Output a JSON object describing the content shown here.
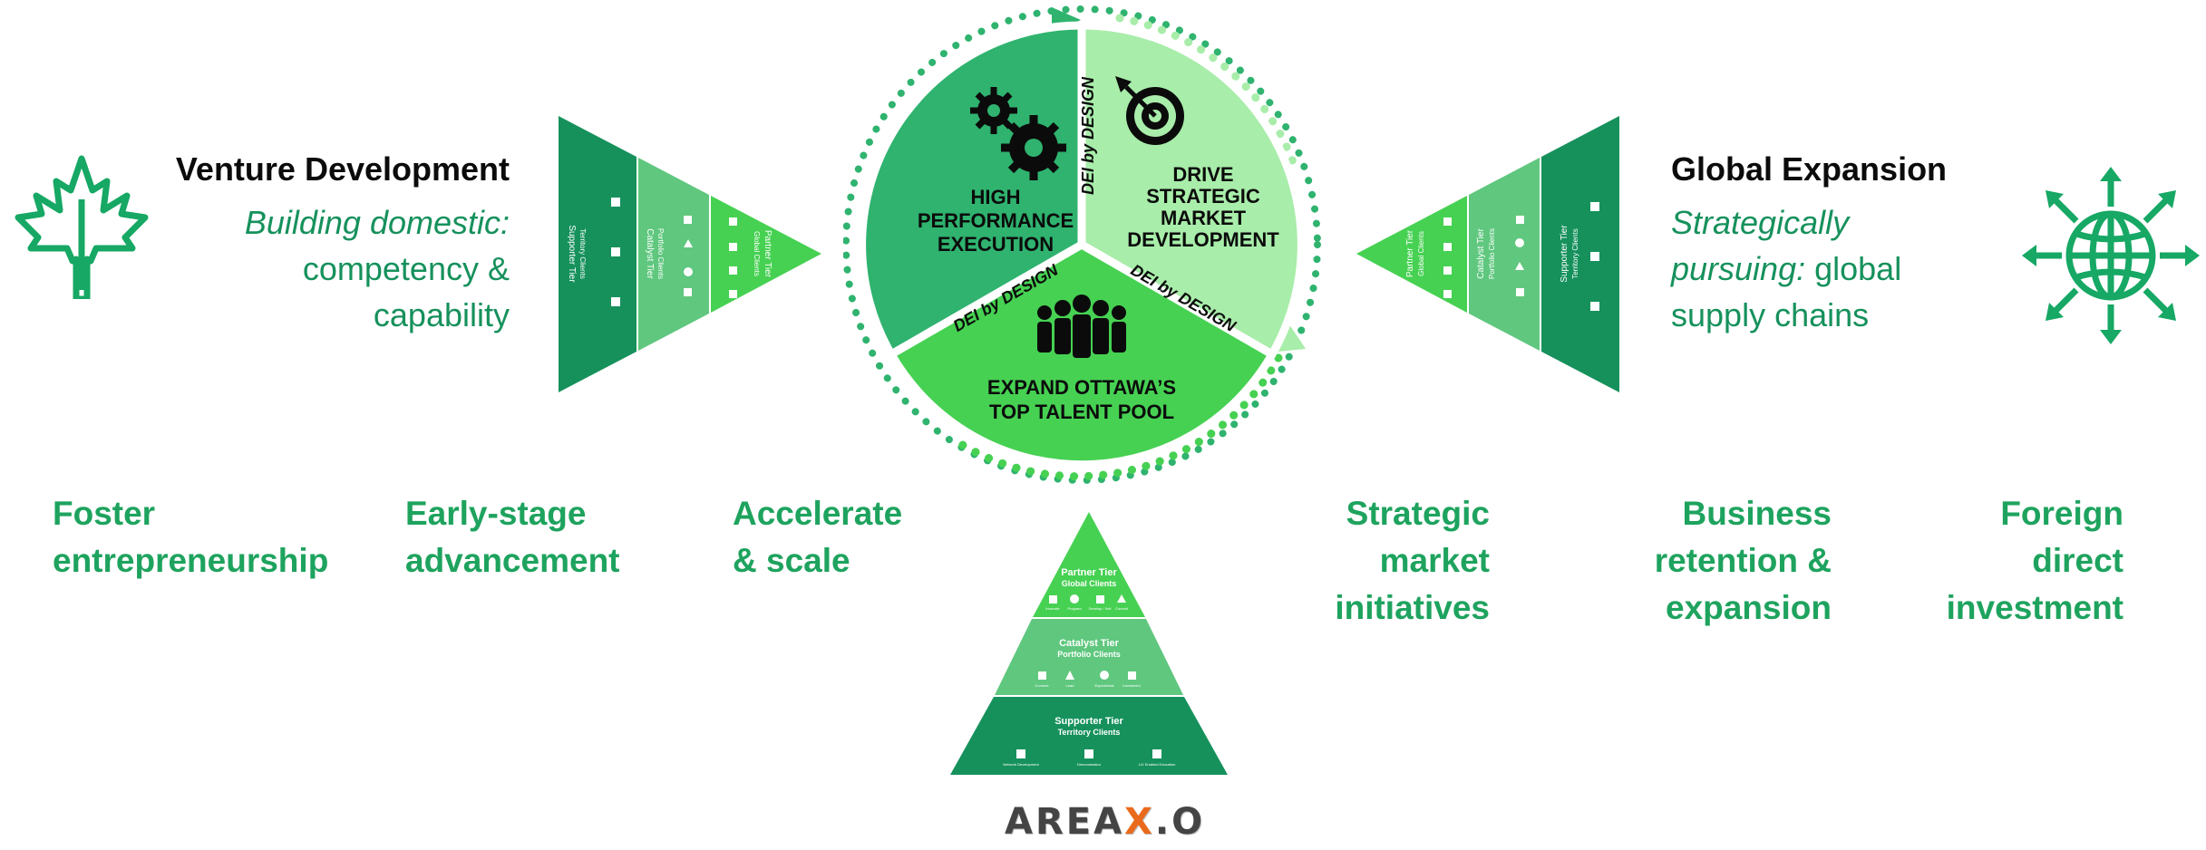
{
  "venture": {
    "title": "Venture Development",
    "sub_line1": "Building domestic:",
    "sub_line2": "competency &",
    "sub_line3": "capability"
  },
  "global": {
    "title": "Global Expansion",
    "sub_line1": "Strategically",
    "sub_line2_italic": "pursuing:",
    "sub_line2_rest": " global",
    "sub_line3": "supply chains"
  },
  "wheel": {
    "top_left_line1": "HIGH",
    "top_left_line2": "PERFORMANCE",
    "top_left_line3": "EXECUTION",
    "top_right_line1": "DRIVE",
    "top_right_line2": "STRATEGIC",
    "top_right_line3": "MARKET",
    "top_right_line4": "DEVELOPMENT",
    "bottom_line1": "EXPAND OTTAWA’S",
    "bottom_line2": "TOP TALENT POOL",
    "dei_label": "DEI by DESIGN"
  },
  "pyramid": {
    "partner_tier": "Partner Tier",
    "partner_sub": "Global Clients",
    "catalyst_tier": "Catalyst Tier",
    "catalyst_sub": "Portfolio Clients",
    "supporter_tier": "Supporter Tier",
    "supporter_sub": "Territory Clients",
    "partner_items": [
      "Innovate",
      "Program",
      "Develop / Sell",
      "Commit"
    ],
    "catalyst_items": [
      "Connect",
      "Lead",
      "Experiential",
      "Investment"
    ],
    "supporter_items": [
      "Network Development",
      "Demonstration",
      "LIV Enabled Education"
    ]
  },
  "bottom_labels": {
    "foster_1": "Foster",
    "foster_2": "entrepreneurship",
    "early_1": "Early-stage",
    "early_2": "advancement",
    "accel_1": "Accelerate",
    "accel_2": "& scale",
    "strategic_1": "Strategic",
    "strategic_2": "market",
    "strategic_3": "initiatives",
    "business_1": "Business",
    "business_2": "retention &",
    "business_3": "expansion",
    "foreign_1": "Foreign",
    "foreign_2": "direct",
    "foreign_3": "investment"
  },
  "logo": {
    "part1": "AREA",
    "x": "X",
    "part2": ".O"
  },
  "icons": [
    "maple-leaf-icon",
    "globe-arrows-icon",
    "gears-icon",
    "target-icon",
    "people-icon"
  ],
  "colors": {
    "dark_green": "#16915c",
    "mid_green": "#2fb36f",
    "light_green": "#a8edaa",
    "bright_green": "#46d152",
    "label_green": "#1ea35e"
  }
}
